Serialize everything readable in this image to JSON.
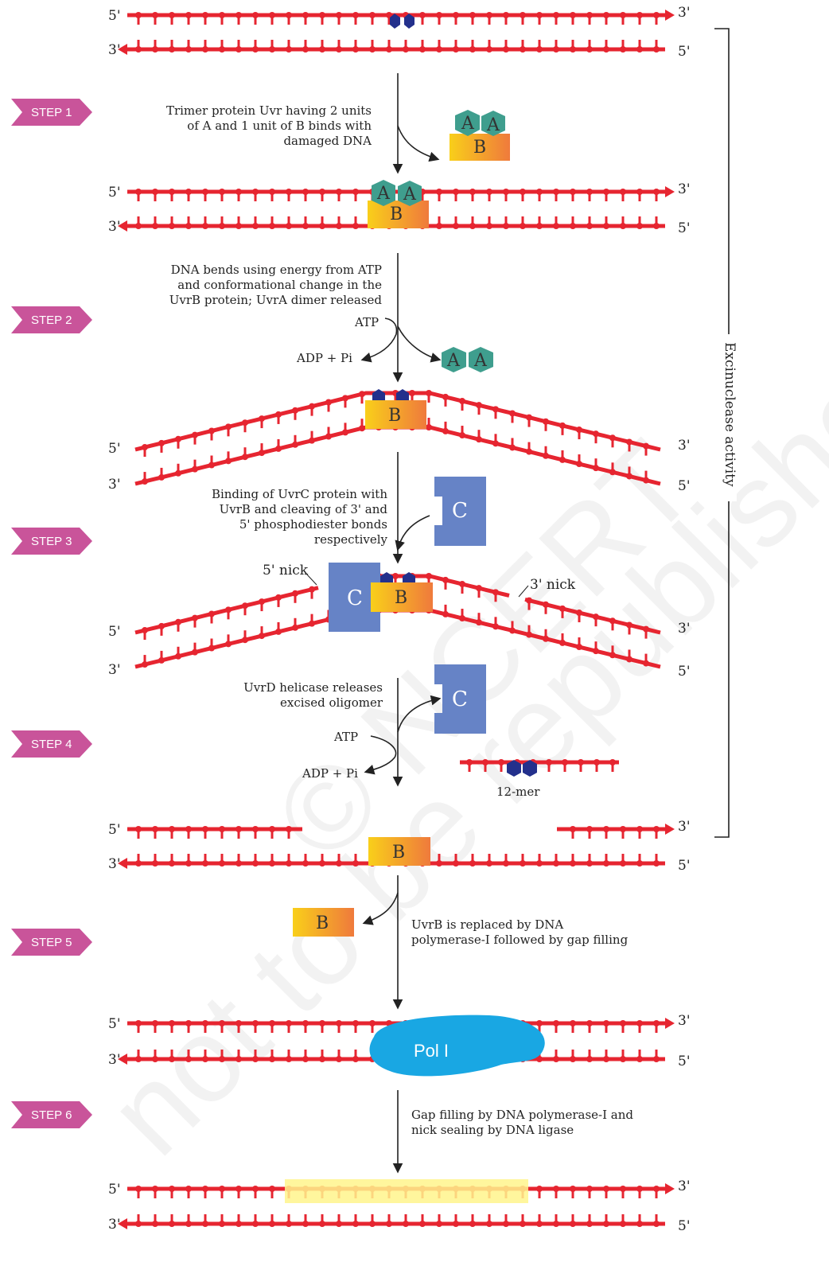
{
  "ends": {
    "five": "5'",
    "three": "3'"
  },
  "steps": [
    {
      "label": "STEP 1",
      "text": [
        "Trimer protein Uvr having 2 units",
        "of A and 1 unit of B binds with",
        "damaged DNA"
      ]
    },
    {
      "label": "STEP 2",
      "text": [
        "DNA bends using energy from ATP",
        "and conformational change in the",
        "UvrB protein; UvrA dimer released"
      ]
    },
    {
      "label": "STEP 3",
      "text": [
        "Binding of UvrC protein with",
        "UvrB and cleaving of 3' and",
        "5' phosphodiester bonds",
        "respectively"
      ]
    },
    {
      "label": "STEP 4",
      "text": [
        "UvrD helicase releases",
        "excised oligomer"
      ]
    },
    {
      "label": "STEP 5",
      "text": [
        "UvrB is replaced by DNA",
        "polymerase-I followed by gap filling"
      ]
    },
    {
      "label": "STEP 6",
      "text": [
        "Gap filling by DNA polymerase-I and",
        "nick sealing by DNA ligase"
      ]
    }
  ],
  "proteins": {
    "a": "A",
    "b": "B",
    "c": "C",
    "pol": "Pol I"
  },
  "labels": {
    "atp": "ATP",
    "adp": "ADP + Pi",
    "nick5": "5' nick",
    "nick3": "3' nick",
    "oligomer": "12-mer",
    "bracket": "Excinuclease activity"
  },
  "watermark": [
    "not to be republished",
    "© NCERT"
  ],
  "colors": {
    "dna": "#e62530",
    "step_badge": "#c9549a",
    "protein_a": "#3f9e8e",
    "protein_b_start": "#f9cf1a",
    "protein_b_end": "#ef7a3c",
    "protein_c": "#6683c6",
    "pol": "#19a7e3",
    "damage": "#23308c",
    "repair_highlight": "#fff48c"
  }
}
